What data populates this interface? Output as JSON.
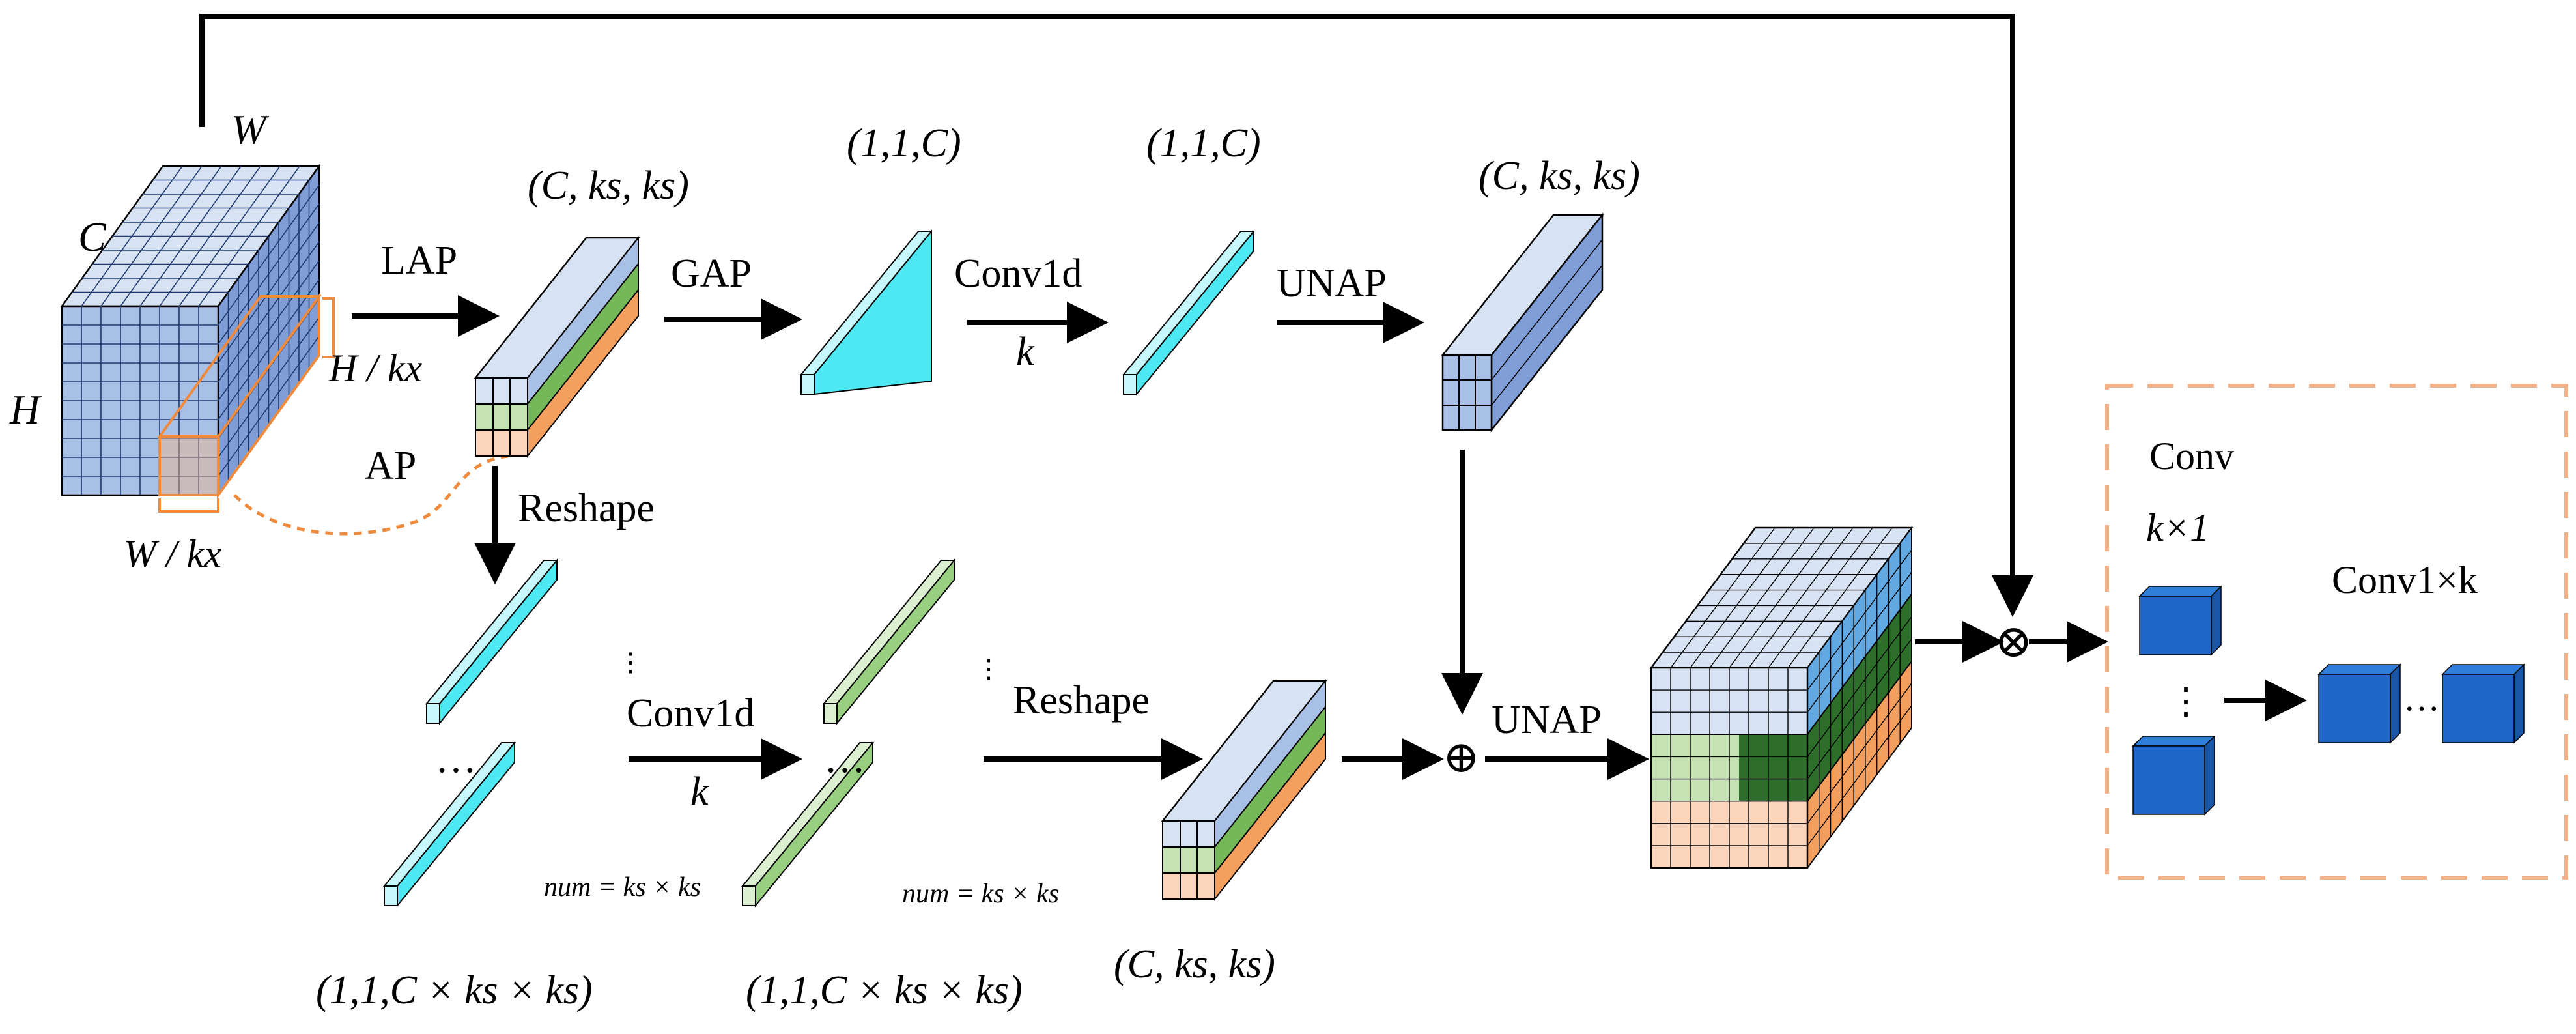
{
  "labels": {
    "dim_W": "W",
    "dim_C": "C",
    "dim_H": "H",
    "op_LAP": "LAP",
    "op_AP": "AP",
    "op_GAP": "GAP",
    "op_conv1d_top": "Conv1d",
    "k_top": "k",
    "op_UNAP_top": "UNAP",
    "op_reshape_left": "Reshape",
    "op_conv1d_bottom": "Conv1d",
    "k_bottom": "k",
    "op_reshape_mid": "Reshape",
    "op_UNAP_bottom": "UNAP",
    "conv_k1_line1": "Conv",
    "conv_k1_line2": "k×1",
    "conv_1k": "Conv1×k",
    "num_left": "num = ks × ks",
    "num_right": "num = ks × ks",
    "shape_ckk_top1": "(C, ks, ks)",
    "shape_11c_a": "(1,1,C)",
    "shape_11c_b": "(1,1,C)",
    "shape_ckk_top2": "(C, ks, ks)",
    "shape_bottom_left": "(1,1,C × ks × ks)",
    "shape_bottom_mid": "(1,1,C × ks × ks)",
    "shape_ckk_bottom": "(C, ks, ks)",
    "h_over_kx": "H / kx",
    "w_over_kx": "W / kx",
    "plus_symbol": "⊕",
    "times_symbol": "⊗",
    "dots": "…",
    "vdots": "⋮"
  },
  "colors": {
    "cube_front": "#a8bfe6",
    "cube_top": "#d7e2f3",
    "cube_side": "#7f9dd6",
    "cyan": "#4ee8f2",
    "cyan_light": "#c6f7fb",
    "green_light": "#c5e3b2",
    "green": "#74b85a",
    "green_dark": "#2d6e2a",
    "sky": "#62a9e3",
    "orange": "#f59f5f",
    "orange_light": "#fbd6bd",
    "conv_blue": "#1f66c8",
    "accent_orange": "#f08a3c",
    "dashed_box": "#f3b187"
  }
}
